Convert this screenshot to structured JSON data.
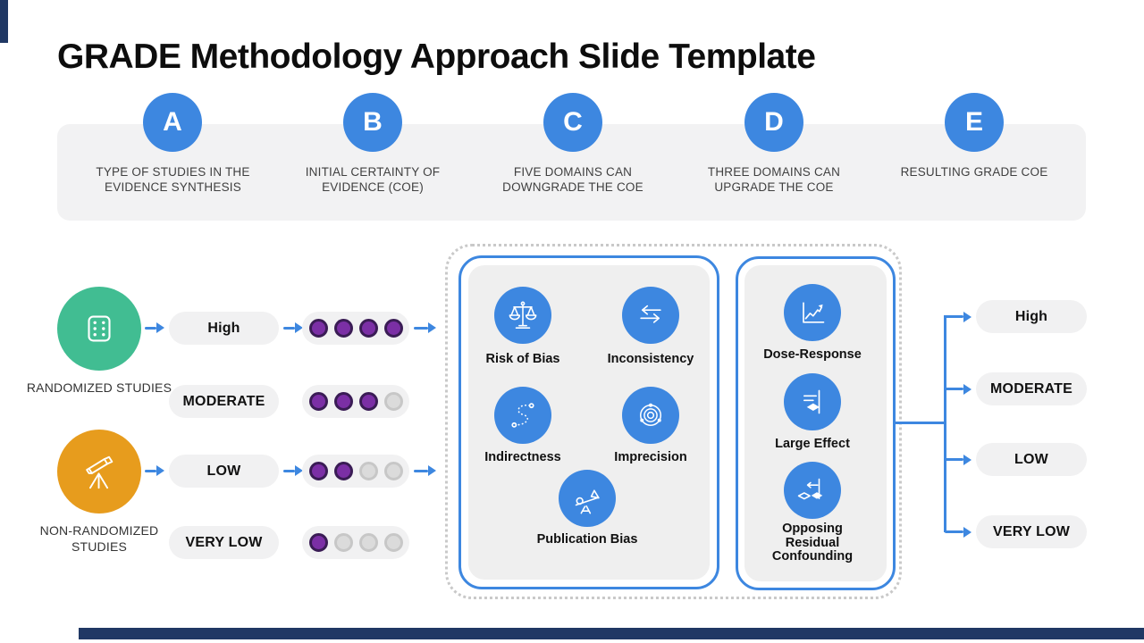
{
  "title": "GRADE Methodology Approach Slide Template",
  "colors": {
    "accent_blue": "#3d87e0",
    "green": "#41bd92",
    "orange": "#e79c1d",
    "purple_filled_dot": "#7b2fa5",
    "navy_accent": "#203864",
    "pill_gray": "#f1f1f2",
    "panel_gray": "#efefef"
  },
  "header": {
    "steps": [
      {
        "letter": "A",
        "label": "TYPE OF STUDIES IN THE EVIDENCE SYNTHESIS"
      },
      {
        "letter": "B",
        "label": "INITIAL CERTAINTY OF EVIDENCE (COE)"
      },
      {
        "letter": "C",
        "label": "FIVE DOMAINS CAN DOWNGRADE THE COE"
      },
      {
        "letter": "D",
        "label": "THREE DOMAINS CAN UPGRADE THE COE"
      },
      {
        "letter": "E",
        "label": "RESULTING GRADE COE"
      }
    ]
  },
  "flow": {
    "sources": [
      {
        "name": "RANDOMIZED STUDIES",
        "icon": "dice-icon"
      },
      {
        "name": "NON-RANDOMIZED STUDIES",
        "icon": "telescope-icon"
      }
    ],
    "initial_certainty": [
      {
        "label": "High",
        "dots_filled": 4,
        "dots_total": 4
      },
      {
        "label": "MODERATE",
        "dots_filled": 3,
        "dots_total": 4
      },
      {
        "label": "LOW",
        "dots_filled": 2,
        "dots_total": 4
      },
      {
        "label": "VERY LOW",
        "dots_filled": 1,
        "dots_total": 4
      }
    ],
    "downgrade": {
      "items": [
        {
          "label": "Risk of Bias",
          "icon": "balance-scale-icon"
        },
        {
          "label": "Inconsistency",
          "icon": "opposing-arrows-icon"
        },
        {
          "label": "Indirectness",
          "icon": "dotted-path-icon"
        },
        {
          "label": "Imprecision",
          "icon": "orbit-icon"
        },
        {
          "label": "Publication Bias",
          "icon": "unbalanced-seesaw-icon"
        }
      ]
    },
    "upgrade": {
      "items": [
        {
          "label": "Dose-Response",
          "icon": "rising-chart-icon"
        },
        {
          "label": "Large Effect",
          "icon": "forest-plot-icon"
        },
        {
          "label": "Opposing Residual Confounding",
          "icon": "opposing-diamonds-icon"
        }
      ]
    },
    "resulting": {
      "labels": [
        "High",
        "MODERATE",
        "LOW",
        "VERY LOW"
      ]
    }
  }
}
